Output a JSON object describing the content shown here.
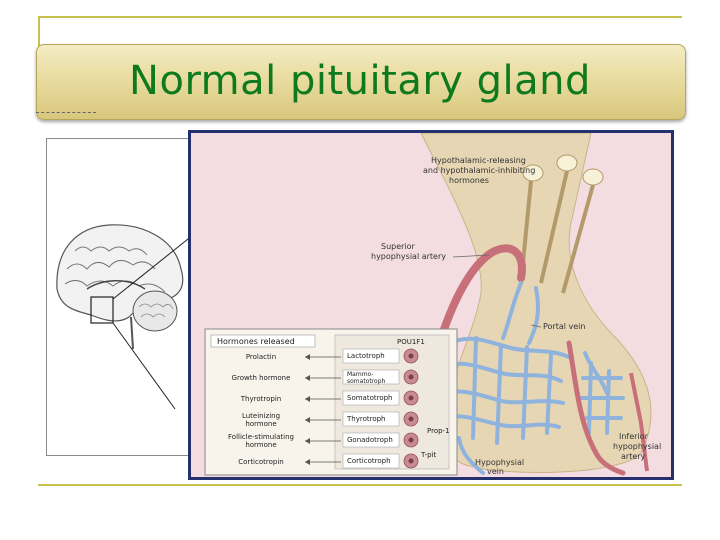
{
  "slide": {
    "title": "Normal pituitary gland"
  },
  "diagram": {
    "labels": {
      "hypothalamic": [
        "Hypothalamic-releasing",
        "and hypothalamic-inhibiting",
        "hormones"
      ],
      "superior_artery": [
        "Superior",
        "hypophysial artery"
      ],
      "portal_vein": "Portal vein",
      "inferior_artery": [
        "Inferior",
        "hypophysial",
        "artery"
      ],
      "hypophysial_vein": [
        "Hypophysial",
        "vein"
      ],
      "pou1f1": "POU1F1",
      "prop1": "Prop-1",
      "tpit": "T-pit"
    },
    "hormones_header": "Hormones released",
    "rows": [
      {
        "hormone": [
          "Prolactin"
        ],
        "cell": "Lactotroph"
      },
      {
        "hormone": [
          "Growth hormone"
        ],
        "cell": "Mammo-|somatotroph"
      },
      {
        "hormone": [
          "Thyrotropin"
        ],
        "cell": "Somatotroph"
      },
      {
        "hormone": [
          "Luteinizing",
          "hormone"
        ],
        "cell": "Thyrotroph"
      },
      {
        "hormone": [
          "Follicle-stimulating",
          "hormone"
        ],
        "cell": "Gonadotroph"
      },
      {
        "hormone": [
          "Corticotropin"
        ],
        "cell": "Corticotroph"
      }
    ],
    "colors": {
      "title_text": "#0e7a1d",
      "vein_blue": "#8fb3dc",
      "artery_red": "#c7707a",
      "gland_tan": "#e6d6b4",
      "panel_border": "#25306e"
    }
  }
}
